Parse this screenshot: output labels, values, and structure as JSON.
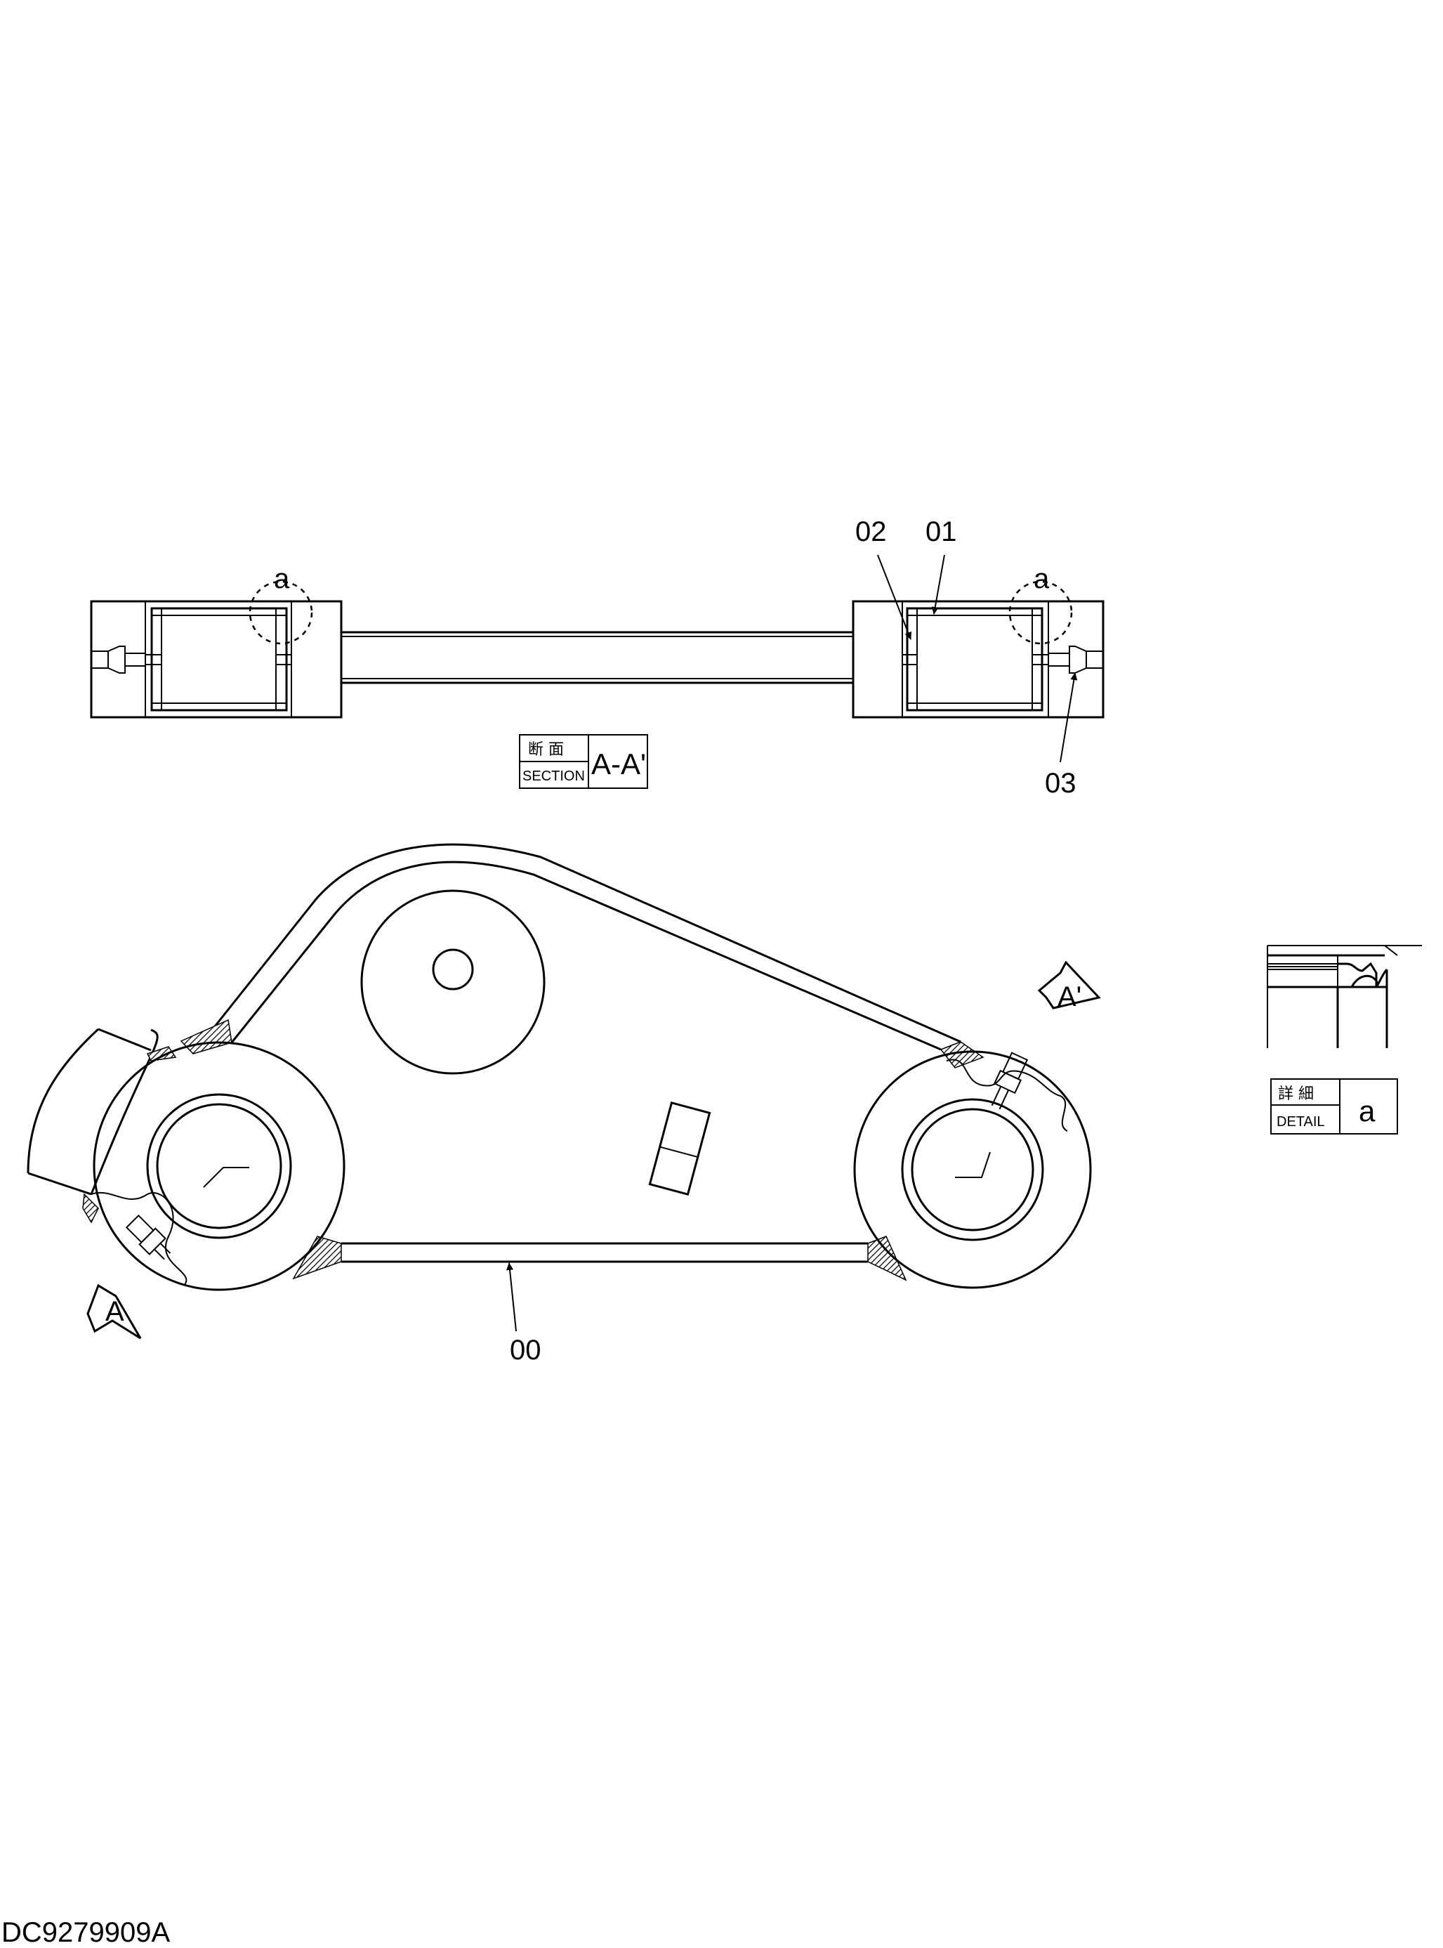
{
  "drawing_id": "DC9279909A",
  "part_labels": {
    "p00": "00",
    "p01": "01",
    "p02": "02",
    "p03": "03"
  },
  "detail_markers": {
    "left": "a",
    "right": "a"
  },
  "section_box": {
    "jp": "断 面",
    "en": "SECTION",
    "id": "A-A'"
  },
  "detail_box": {
    "jp": "詳 細",
    "en": "DETAIL",
    "id": "a"
  },
  "view_arrows": {
    "left": "A",
    "right": "A'"
  }
}
